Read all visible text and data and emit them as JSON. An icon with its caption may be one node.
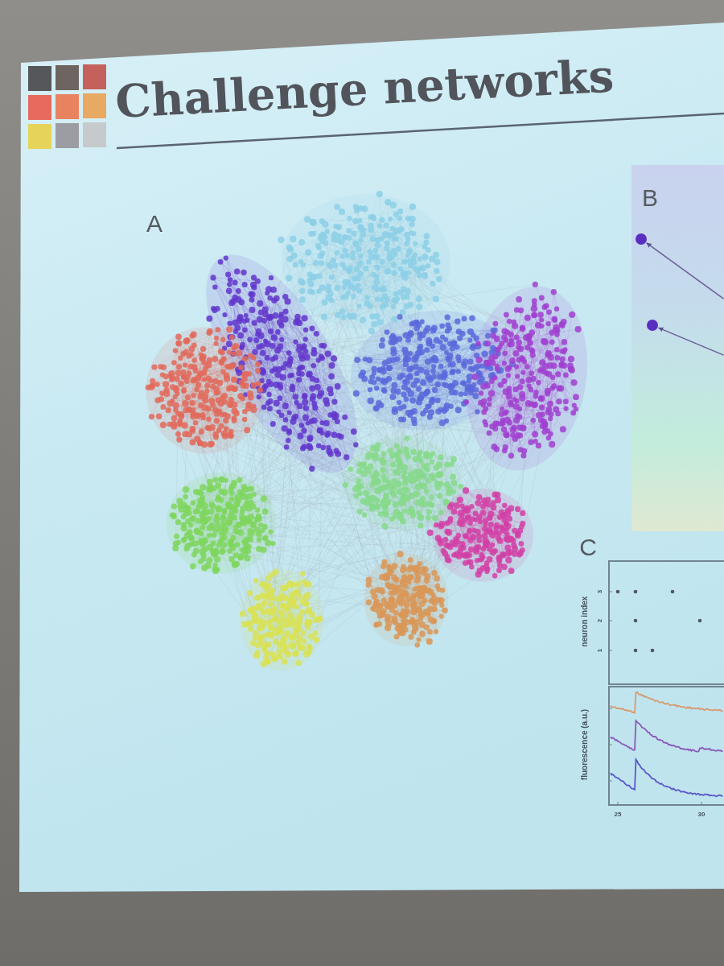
{
  "diagram": {
    "title": "Challenge networks",
    "nodes": [
      {
        "text": [
          "B"
        ]
      },
      {
        "text": [],
        "shape": "circle",
        "in": 0
      },
      {
        "text": [],
        "shape": "circle",
        "in": 0
      }
    ],
    "edges": [
      {
        "from": 0,
        "to": 1,
        "arrow": "to"
      },
      {
        "from": 0,
        "to": 2,
        "arrow": "to"
      }
    ],
    "labels": [
      "A",
      "C",
      "neuron index",
      "3",
      "2",
      "1",
      "fluorescence (a.u.)",
      "25",
      "30"
    ]
  }
}
